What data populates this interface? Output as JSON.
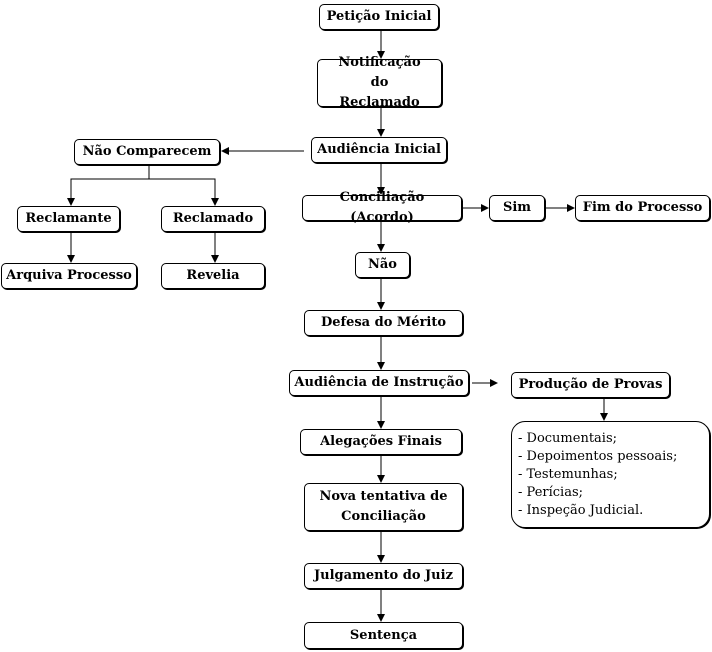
{
  "nodes": {
    "peticao_inicial": "Petição Inicial",
    "notificacao_reclamado": "Notificação do Reclamado",
    "audiencia_inicial": "Audiência Inicial",
    "nao_comparecem": "Não Comparecem",
    "reclamante": "Reclamante",
    "reclamado": "Reclamado",
    "arquiva_processo": "Arquiva Processo",
    "revelia": "Revelia",
    "conciliacao": "Conciliação (Acordo)",
    "sim": "Sim",
    "fim_do_processo": "Fim do Processo",
    "nao": "Não",
    "defesa_do_merito": "Defesa do Mérito",
    "audiencia_de_instrucao": "Audiência de Instrução",
    "producao_de_provas": "Produção de Provas",
    "alegacoes_finais": "Alegações Finais",
    "nova_tentativa": "Nova tentativa de Conciliação",
    "julgamento_do_juiz": "Julgamento do Juiz",
    "sentenca": "Sentença"
  },
  "provas_list": [
    "- Documentais;",
    "- Depoimentos pessoais;",
    "- Testemunhas;",
    "- Perícias;",
    "- Inspeção Judicial."
  ],
  "edges": [
    [
      "peticao_inicial",
      "notificacao_reclamado"
    ],
    [
      "notificacao_reclamado",
      "audiencia_inicial"
    ],
    [
      "audiencia_inicial",
      "nao_comparecem"
    ],
    [
      "nao_comparecem",
      "reclamante"
    ],
    [
      "nao_comparecem",
      "reclamado"
    ],
    [
      "reclamante",
      "arquiva_processo"
    ],
    [
      "reclamado",
      "revelia"
    ],
    [
      "audiencia_inicial",
      "conciliacao"
    ],
    [
      "conciliacao",
      "sim"
    ],
    [
      "sim",
      "fim_do_processo"
    ],
    [
      "conciliacao",
      "nao"
    ],
    [
      "nao",
      "defesa_do_merito"
    ],
    [
      "defesa_do_merito",
      "audiencia_de_instrucao"
    ],
    [
      "audiencia_de_instrucao",
      "producao_de_provas"
    ],
    [
      "producao_de_provas",
      "provas_list"
    ],
    [
      "audiencia_de_instrucao",
      "alegacoes_finais"
    ],
    [
      "alegacoes_finais",
      "nova_tentativa"
    ],
    [
      "nova_tentativa",
      "julgamento_do_juiz"
    ],
    [
      "julgamento_do_juiz",
      "sentenca"
    ]
  ]
}
